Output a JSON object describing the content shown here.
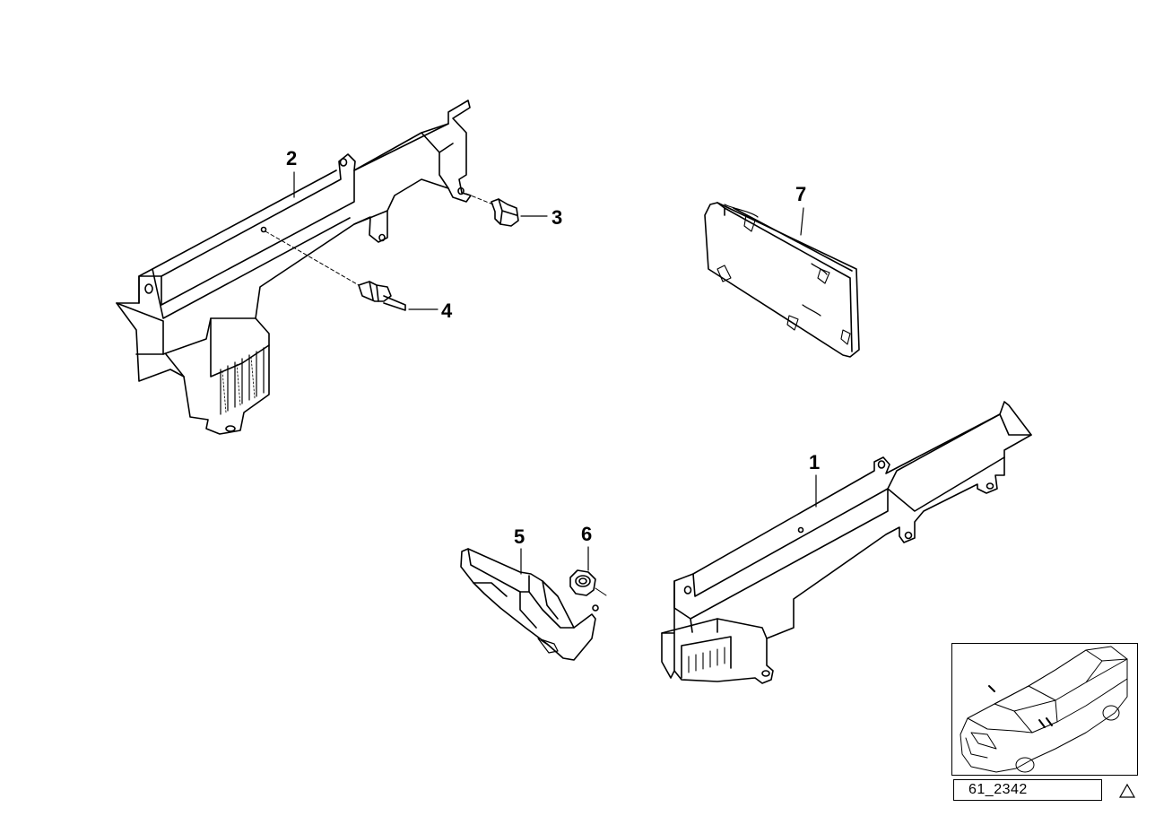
{
  "diagram": {
    "callouts": [
      "1",
      "2",
      "3",
      "4",
      "5",
      "6",
      "7"
    ],
    "reference_code": "61_2342",
    "icons": [
      "vehicle-location-thumbnail",
      "warning-triangle-icon"
    ]
  }
}
